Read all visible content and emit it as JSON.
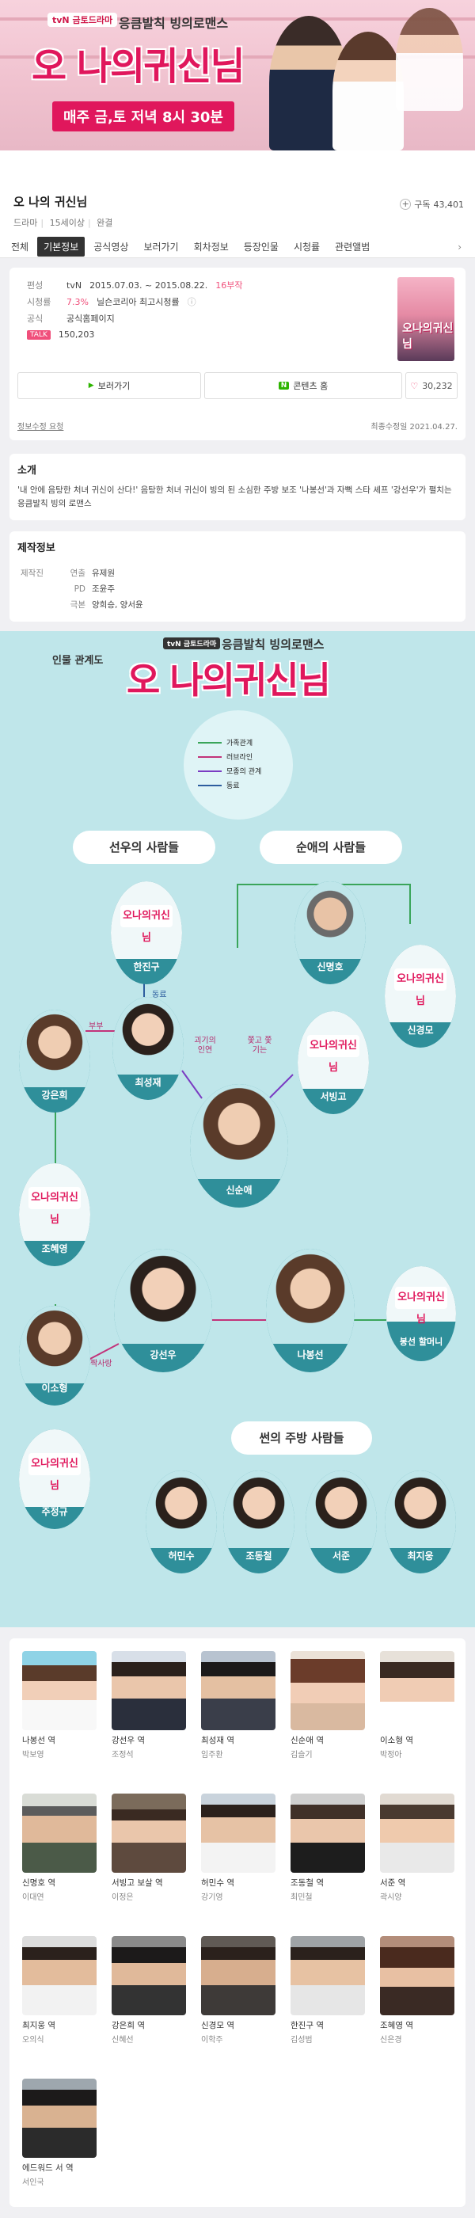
{
  "banner": {
    "tvn": "tvN 금토드라마",
    "subtitle": "응큼발칙 빙의로맨스",
    "logo": "오 나의귀신님",
    "airtime": "매주 금,토 저녁 8시 30분"
  },
  "header": {
    "title": "오 나의 귀신님",
    "subscribe_label": "구독",
    "subscribe_count": "43,401",
    "meta": [
      "드라마",
      "15세이상",
      "완결"
    ]
  },
  "tabs": [
    "전체",
    "기본정보",
    "공식영상",
    "보러가기",
    "회차정보",
    "등장인물",
    "시청률",
    "관련앨범"
  ],
  "info": {
    "broadcast_label": "편성",
    "broadcast_channel": "tvN",
    "broadcast_period": "2015.07.03. ~ 2015.08.22.",
    "episodes": "16부작",
    "rating_label": "시청률",
    "rating_value": "7.3%",
    "rating_source": "닐슨코리아 최고시청률",
    "official_label": "공식",
    "official_link": "공식홈페이지",
    "talk_badge": "TALK",
    "talk_count": "150,203",
    "poster_title": "오나의귀신님",
    "watch_button": "보러가기",
    "contents_button": "콘텐츠 홈",
    "like_count": "30,232",
    "report_link": "정보수정 요청",
    "last_modified": "최종수정일 2021.04.27."
  },
  "synopsis": {
    "heading": "소개",
    "text": "'내 안에 음탕한 처녀 귀신이 산다!' 음탕한 처녀 귀신이 빙의 된 소심한 주방 보조 '나봉선'과 자뻑 스타 셰프 '강선우'가 펼치는 응큼발칙 빙의 로맨스"
  },
  "production": {
    "heading": "제작정보",
    "label": "제작진",
    "rows": [
      {
        "role": "연출",
        "name": "유제원"
      },
      {
        "role": "PD",
        "name": "조윤주"
      },
      {
        "role": "극본",
        "name": "양희승, 양서윤"
      }
    ]
  },
  "relations": {
    "title": "인물 관계도",
    "tvn": "tvN 금토드라마",
    "subtitle": "응큼발칙 빙의로맨스",
    "logo": "오 나의귀신님",
    "legend": [
      {
        "label": "가족관계",
        "color": "#3aa55a"
      },
      {
        "label": "러브라인",
        "color": "#c2337a"
      },
      {
        "label": "모종의 관계",
        "color": "#7a3cc2"
      },
      {
        "label": "동료",
        "color": "#2d5d9e"
      }
    ],
    "groups": [
      "선우의 사람들",
      "순애의 사람들",
      "썬의 주방 사람들"
    ],
    "placeholder_logo": "오나의귀신님",
    "people": {
      "hanjingu": "한진구",
      "shinmyungho": "신명호",
      "shingyeongmo": "신경모",
      "kangeunhui": "강은희",
      "choisungjae": "최성재",
      "seobinggo": "서빙고",
      "shinsunae": "신순애",
      "johyeyoung": "조혜영",
      "kangsunwoo": "강선우",
      "nabongsun": "나봉선",
      "bongsun_grandma": "봉선 할머니",
      "leesohyung": "이소형",
      "jujeonggyu": "주정규",
      "heominsu": "허민수",
      "jodongchul": "조동철",
      "seojun": "서준",
      "choijigong": "최지웅"
    },
    "labels": {
      "couple": "부부",
      "colleague": "동료",
      "fate": "괴기의 인연",
      "chase": "쫓고 쫓기는",
      "flirt": "짝사랑"
    }
  },
  "cast": [
    {
      "role": "나봉선 역",
      "actor": "박보영"
    },
    {
      "role": "강선우 역",
      "actor": "조정석"
    },
    {
      "role": "최성재 역",
      "actor": "임주환"
    },
    {
      "role": "신순애 역",
      "actor": "김슬기"
    },
    {
      "role": "이소형 역",
      "actor": "박정아"
    },
    {
      "role": "신명호 역",
      "actor": "이대연"
    },
    {
      "role": "서빙고 보살 역",
      "actor": "이정은"
    },
    {
      "role": "허민수 역",
      "actor": "강기영"
    },
    {
      "role": "조동철 역",
      "actor": "최민철"
    },
    {
      "role": "서준 역",
      "actor": "곽시양"
    },
    {
      "role": "최지웅 역",
      "actor": "오의식"
    },
    {
      "role": "강은희 역",
      "actor": "신혜선"
    },
    {
      "role": "신경모 역",
      "actor": "이학주"
    },
    {
      "role": "한진구 역",
      "actor": "김성범"
    },
    {
      "role": "조혜영 역",
      "actor": "신은경"
    },
    {
      "role": "에드워드 서 역",
      "actor": "서인국"
    }
  ]
}
